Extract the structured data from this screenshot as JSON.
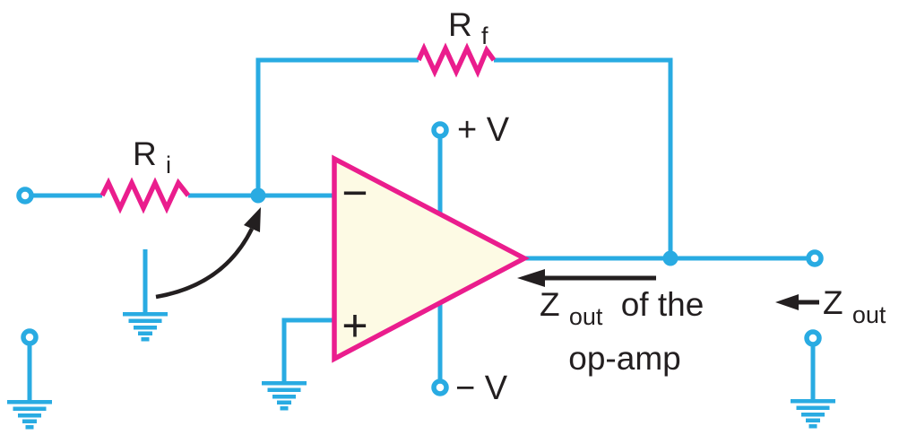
{
  "colors": {
    "wire": "#29ABE2",
    "component": "#EA1D8D",
    "opamp_fill": "#FDFAE4",
    "annotation": "#231F20",
    "background": "#FFFFFF"
  },
  "labels": {
    "input_resistor": {
      "base": "R",
      "sub": "i"
    },
    "feedback_resistor": {
      "base": "R",
      "sub": "f"
    },
    "positive_supply": "+ V",
    "negative_supply": "− V",
    "inverting_input": "−",
    "noninverting_input": "+",
    "zout_opamp": {
      "base": "Z",
      "sub": "out",
      "rest": "of the",
      "line2": "op-amp"
    },
    "zout_external": {
      "base": "Z",
      "sub": "out"
    }
  }
}
